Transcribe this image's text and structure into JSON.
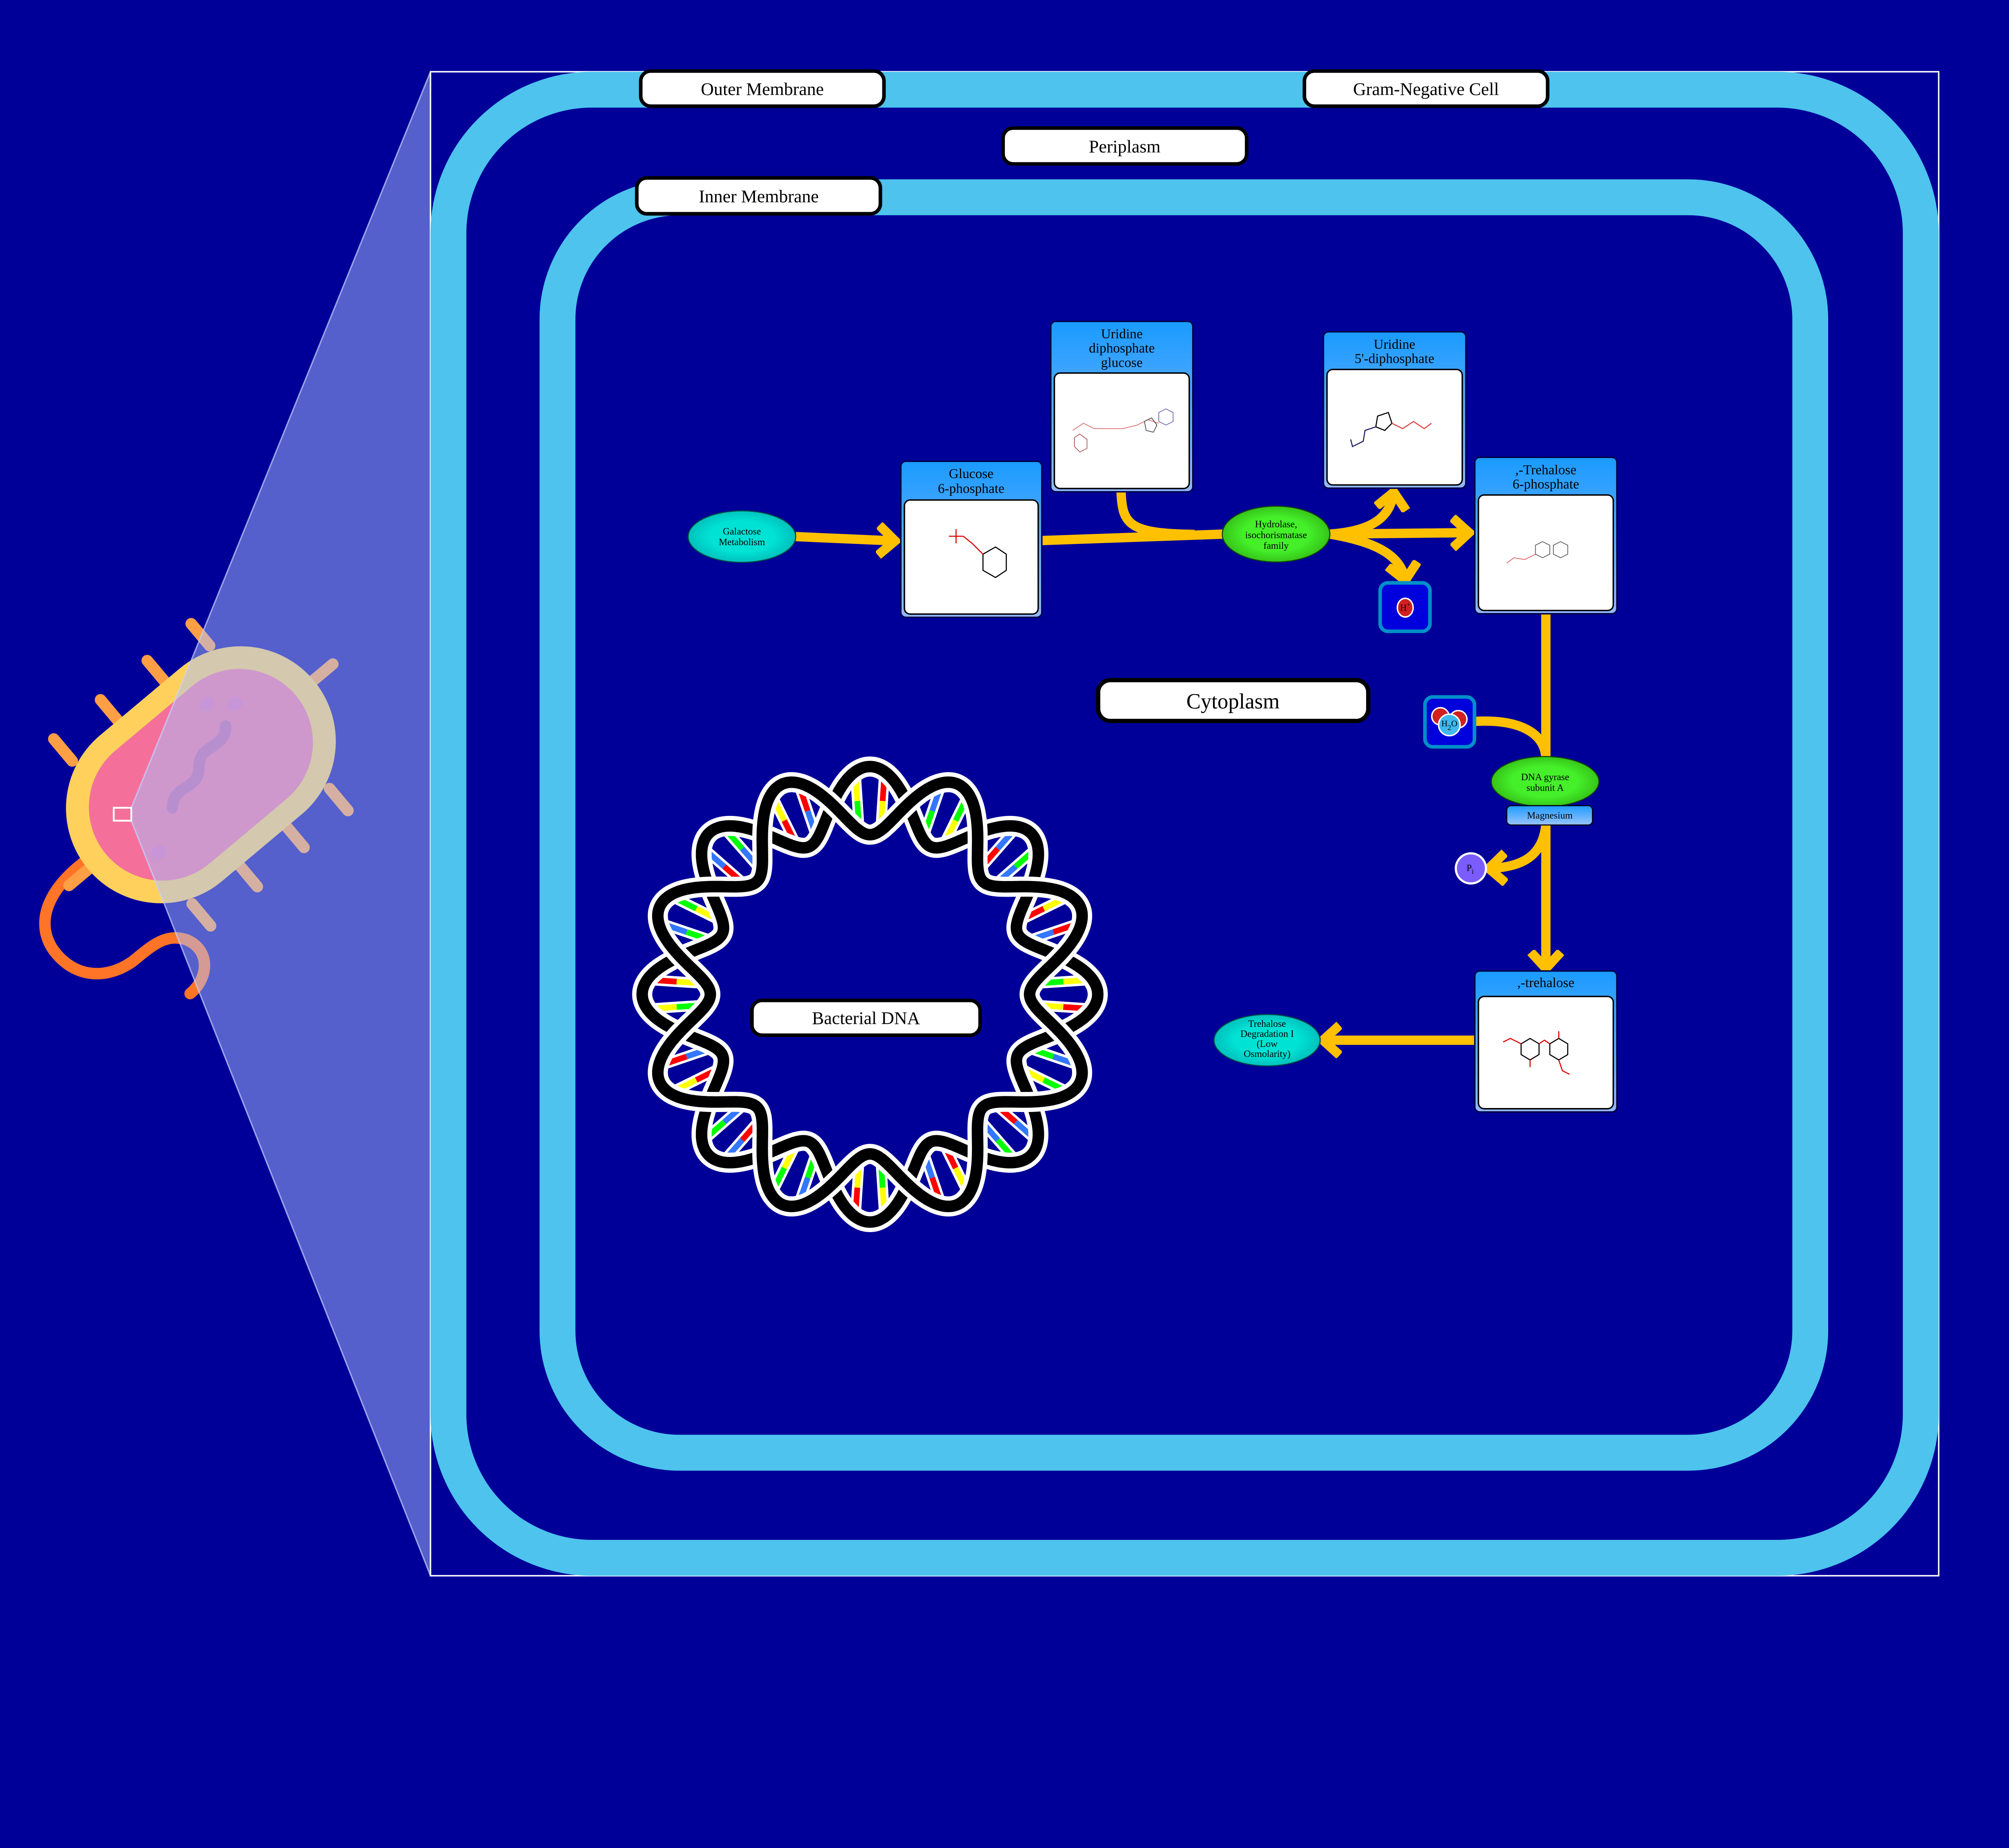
{
  "compartments": {
    "outer_membrane": "Outer Membrane",
    "gram_negative_cell": "Gram-Negative Cell",
    "periplasm": "Periplasm",
    "inner_membrane": "Inner Membrane",
    "cytoplasm": "Cytoplasm",
    "bacterial_dna": "Bacterial DNA"
  },
  "metabolites": {
    "g6p": {
      "lines": [
        "Glucose",
        "6-phosphate"
      ]
    },
    "udpg": {
      "lines": [
        "Uridine",
        "diphosphate",
        "glucose"
      ]
    },
    "udp": {
      "lines": [
        "Uridine",
        "5'-diphosphate"
      ]
    },
    "t6p": {
      "lines": [
        ",-Trehalose",
        "6-phosphate"
      ]
    },
    "trehalose": {
      "lines": [
        ",-trehalose"
      ]
    }
  },
  "pathways": {
    "galactose": {
      "lines": [
        "Galactose",
        "Metabolism"
      ]
    },
    "trehalose_degradation": {
      "lines": [
        "Trehalose",
        "Degradation I",
        "(Low",
        "Osmolarity)"
      ]
    }
  },
  "enzymes": {
    "hydrolase": {
      "lines": [
        "Hydrolase,",
        "isochorismatase",
        "family"
      ]
    },
    "gyrase": {
      "lines": [
        "DNA gyrase",
        "subunit A"
      ],
      "cofactor": "Magnesium"
    }
  },
  "small_molecules": {
    "proton": {
      "base": "H",
      "sup": "+"
    },
    "water": {
      "h": "H",
      "sub": "2",
      "o": "O"
    },
    "phosphate": {
      "base": "P",
      "sub": "i"
    }
  },
  "colors": {
    "background": "#000099",
    "membrane": "#4DC3EE",
    "arrow": "#FFC000",
    "enzyme": "#3FE02A",
    "pathway": "#00D8CC",
    "metabolite_header": "#1A9BFF"
  },
  "dna": {
    "base_colors": [
      "#FF0000",
      "#FFFF00",
      "#00FF00",
      "#3377FF"
    ]
  }
}
